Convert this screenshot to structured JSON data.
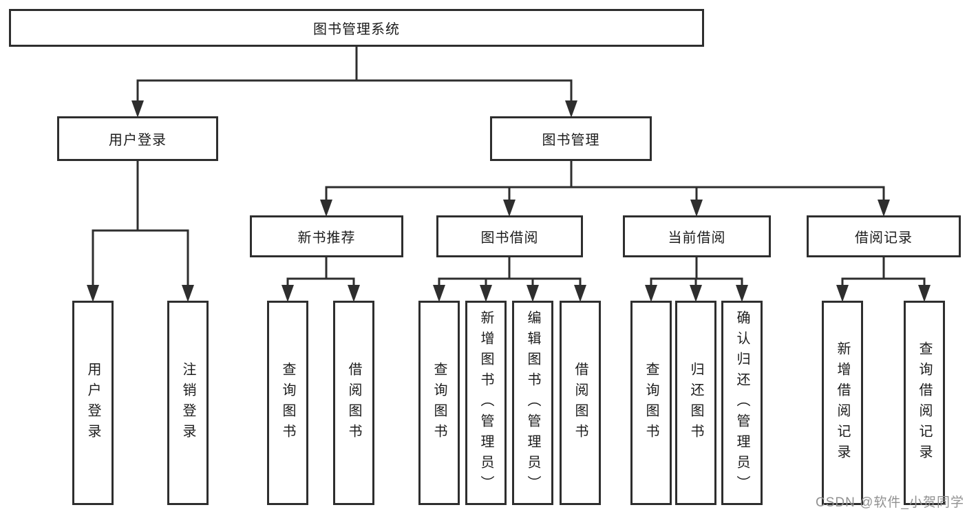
{
  "tree": {
    "root": {
      "label": "图书管理系统"
    },
    "branches": [
      {
        "label": "用户登录",
        "children": [
          {
            "label": "用户登录"
          },
          {
            "label": "注销登录"
          }
        ]
      },
      {
        "label": "图书管理",
        "children": [
          {
            "label": "新书推荐",
            "children": [
              {
                "label": "查询图书"
              },
              {
                "label": "借阅图书"
              }
            ]
          },
          {
            "label": "图书借阅",
            "children": [
              {
                "label": "查询图书"
              },
              {
                "label": "新增图书（管理员）"
              },
              {
                "label": "编辑图书（管理员）"
              },
              {
                "label": "借阅图书"
              }
            ]
          },
          {
            "label": "当前借阅",
            "children": [
              {
                "label": "查询图书"
              },
              {
                "label": "归还图书"
              },
              {
                "label": "确认归还（管理员）"
              }
            ]
          },
          {
            "label": "借阅记录",
            "children": [
              {
                "label": "新增借阅记录"
              },
              {
                "label": "查询借阅记录"
              }
            ]
          }
        ]
      }
    ]
  },
  "watermark": {
    "text": "CSDN @软件_小贺同学",
    "color": "#919191"
  },
  "colors": {
    "line": "#2e2e2e",
    "text": "#1c1c1c",
    "background": "#ffffff"
  }
}
